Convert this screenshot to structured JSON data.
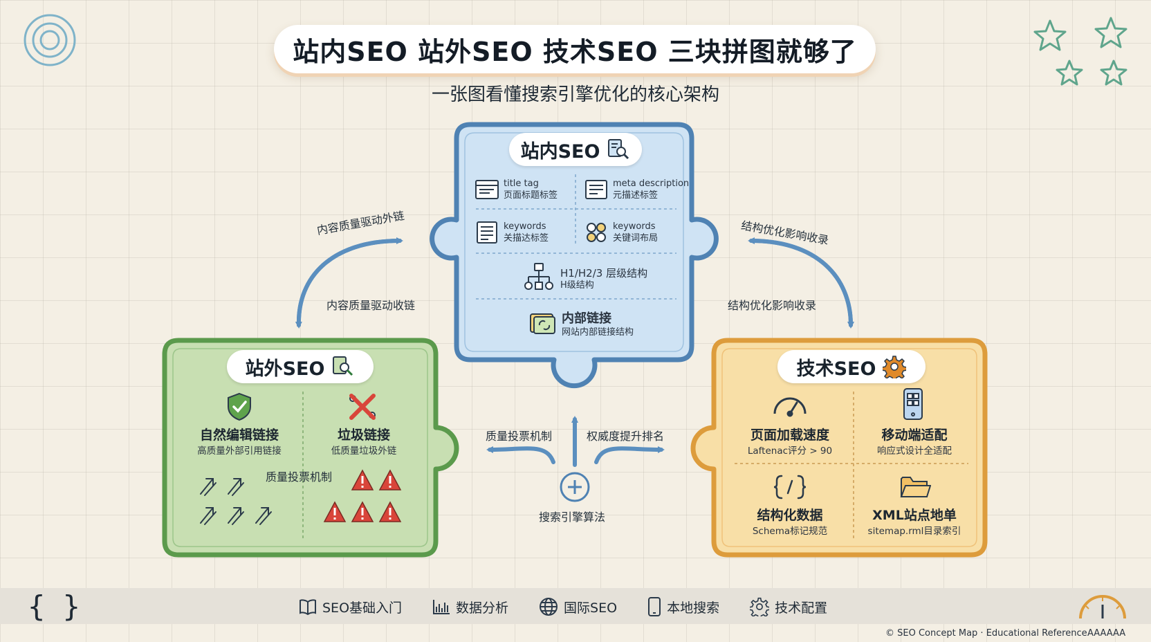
{
  "header": {
    "title": "站内SEO 站外SEO 技术SEO 三块拼图就够了",
    "subtitle": "一张图看懂搜索引擎优化的核心架构"
  },
  "onpage": {
    "title": "站内SEO",
    "items": [
      {
        "en": "title tag",
        "zh": "页面标题标签"
      },
      {
        "en": "meta description",
        "zh": "元描述标签"
      },
      {
        "en": "keywords",
        "zh": "关描达标签"
      },
      {
        "en": "keywords",
        "zh": "关键词布局"
      },
      {
        "en": "H1/H2/3 层级结构",
        "zh": "H级结构"
      },
      {
        "en": "内部链接",
        "zh": "网站内部链接结构"
      }
    ]
  },
  "offpage": {
    "title": "站外SEO",
    "good_title": "自然编辑链接",
    "good_sub": "高质量外部引用链接",
    "bad_title": "垃圾链接",
    "bad_sub": "低质量垃圾外链",
    "mechanism": "质量投票机制"
  },
  "technical": {
    "title": "技术SEO",
    "items": [
      {
        "title": "页面加载速度",
        "sub": "Laftenac评分 > 90"
      },
      {
        "title": "移动端适配",
        "sub": "响应式设计全适配"
      },
      {
        "title": "结构化数据",
        "sub": "Schema标记规范"
      },
      {
        "title": "XML站点地单",
        "sub": "sitemap.rml目录索引"
      }
    ]
  },
  "connectors": {
    "top_left": "内容质量驱动外链",
    "mid_left": "内容质量驱动收链",
    "top_right": "结构优化影响收录",
    "mid_right": "结构优化影响收录",
    "center_left": "质量投票机制",
    "center_right": "权威度提升排名",
    "center": "搜索引擎算法"
  },
  "footer": {
    "nav": [
      "SEO基础入门",
      "数据分析",
      "国际SEO",
      "本地搜索",
      "技术配置"
    ],
    "copyright": "© SEO Concept Map · Educational Reference",
    "code": "AAAAAA"
  },
  "colors": {
    "blue_fill": "#cfe3f4",
    "blue_border": "#4f82b3",
    "green_fill": "#c8dfb2",
    "green_border": "#5b9a4c",
    "orange_fill": "#f8dfa7",
    "orange_border": "#dd9c3c",
    "arrow": "#5b8fbf",
    "star": "#5fa58c"
  },
  "icons": [
    "target-icon",
    "star-icon",
    "document-search-icon",
    "shield-check-icon",
    "cross-icon",
    "arrow-up-icon",
    "warning-icon",
    "speedometer-icon",
    "mobile-icon",
    "code-braces-icon",
    "folder-icon",
    "gear-icon",
    "book-icon",
    "bar-chart-icon",
    "globe-icon",
    "phone-icon",
    "settings-icon",
    "gauge-icon",
    "plus-circle-icon"
  ]
}
